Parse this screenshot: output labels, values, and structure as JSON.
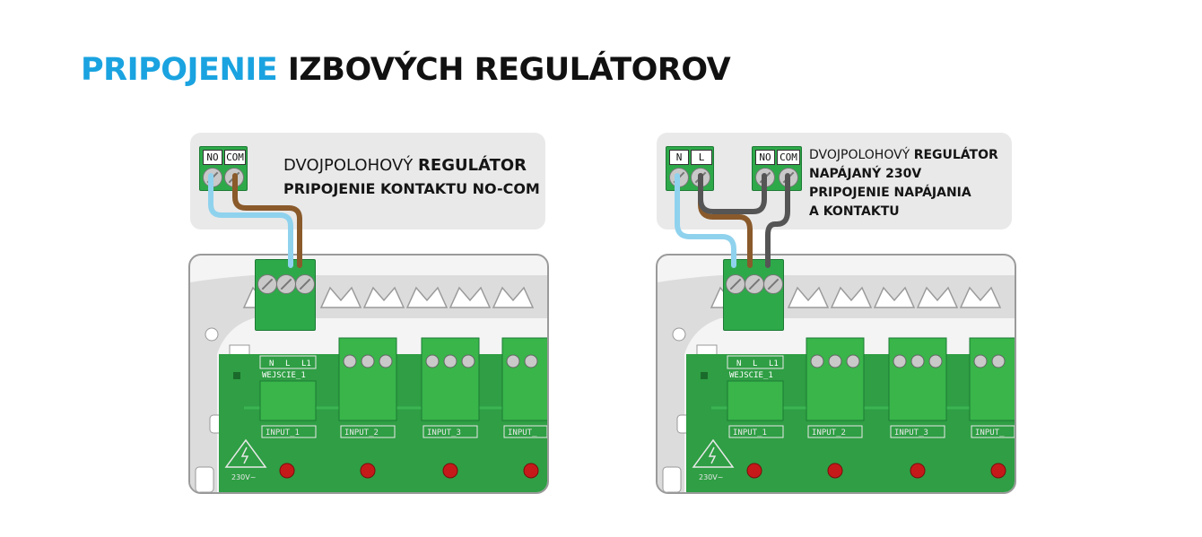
{
  "title": {
    "accent": "PRIPOJENIE",
    "rest": "IZBOVÝCH REGULÁTOROV"
  },
  "left": {
    "terminal_labels": [
      "NO",
      "COM"
    ],
    "caption_line1_normal": "DVOJPOLOHOVÝ",
    "caption_line1_bold": "REGULÁTOR",
    "caption_line2": "PRIPOJENIE KONTAKTU NO-COM"
  },
  "right": {
    "terminal_labels_power": [
      "N",
      "L"
    ],
    "terminal_labels_contact": [
      "NO",
      "COM"
    ],
    "caption_line1_normal": "DVOJPOLOHOVÝ",
    "caption_line1_bold": "REGULÁTOR",
    "caption_line2": "NAPÁJANÝ 230V",
    "caption_line3": "PRIPOJENIE NAPÁJANIA",
    "caption_line4": "A KONTAKTU"
  },
  "board": {
    "pin_labels": [
      "N",
      "L",
      "L1"
    ],
    "wejscie_label": "WEJSCIE_1",
    "inputs": [
      "INPUT_1",
      "INPUT_2",
      "INPUT_3",
      "INPUT_"
    ],
    "voltage_label": "230V~"
  },
  "colors": {
    "accent": "#1aa3e0",
    "terminal_green": "#2ea94a",
    "wire_blue": "#8fd2ee",
    "wire_brown": "#8a5a2b",
    "wire_gray": "#555555",
    "board_green": "#2f9e44",
    "led_red": "#c61a1a"
  }
}
